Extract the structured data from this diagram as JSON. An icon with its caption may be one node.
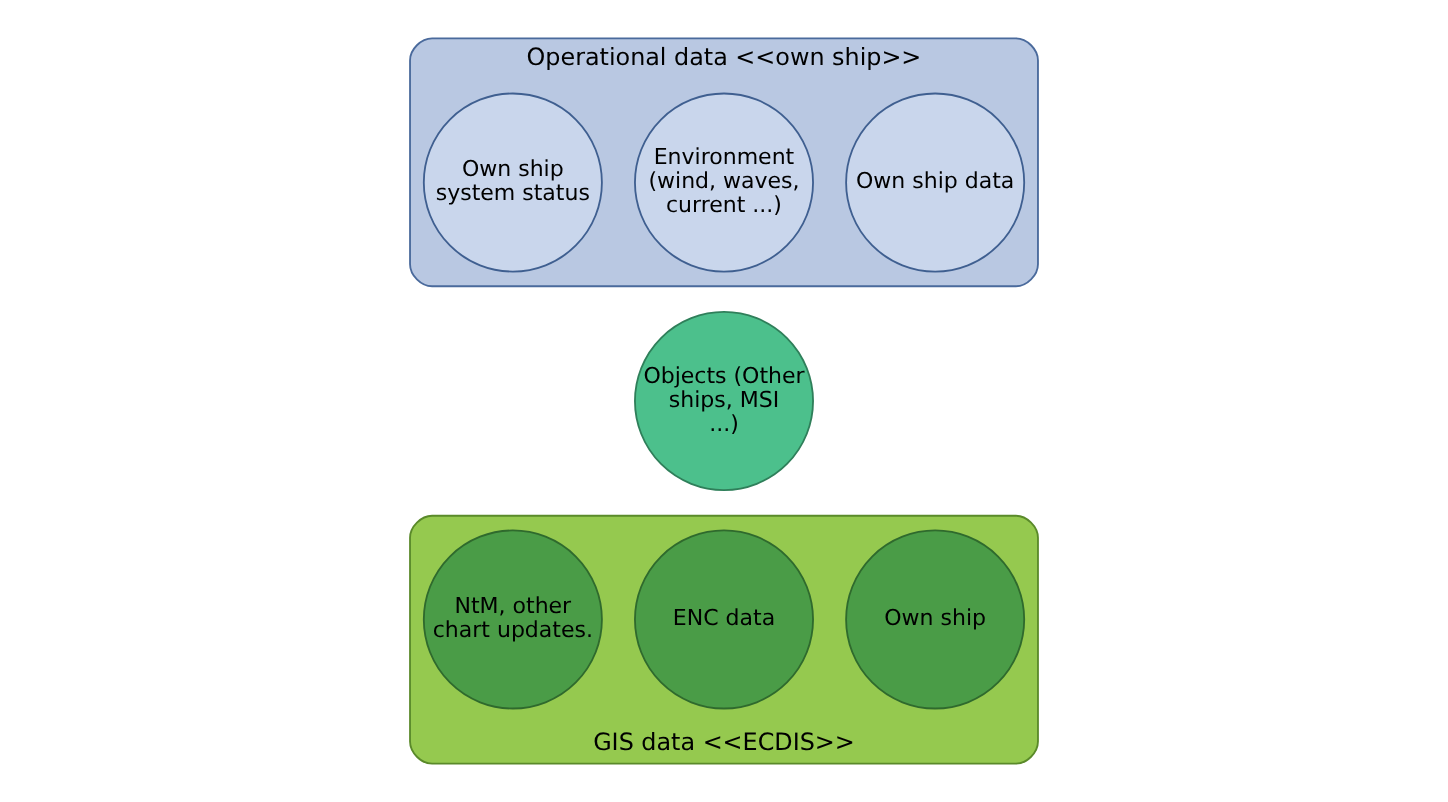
{
  "diagram": {
    "nodes": [
      {
        "text": [
          "Operational data <<own ship>>"
        ]
      },
      {
        "text": [
          "Environment (wind, waves, current ...)"
        ],
        "in": 0
      },
      {
        "text": [
          "Own ship data"
        ],
        "in": 0
      },
      {
        "text": [
          "Own ship system status"
        ],
        "in": 0
      },
      {
        "text": [
          "Objects (Other ships, MSI ...)"
        ]
      },
      {
        "text": [
          "GIS data <<ECDIS>>"
        ]
      },
      {
        "text": [
          "ENC data"
        ],
        "in": 5
      },
      {
        "text": [
          "Own ship"
        ],
        "in": 5
      },
      {
        "text": [
          "NtM, other chart updates."
        ],
        "in": 5
      }
    ],
    "edges": []
  }
}
